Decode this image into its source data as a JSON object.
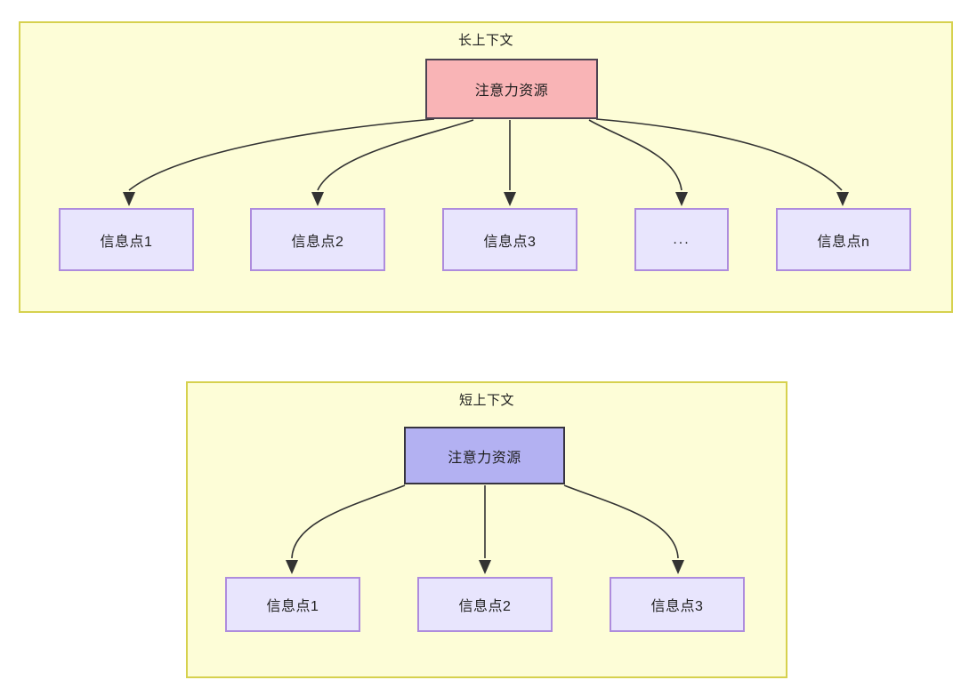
{
  "diagram": {
    "title_semantics": "attention-resource-allocation-long-vs-short-context",
    "colors": {
      "group_fill": "#fdfdd7",
      "group_border": "#d6d14e",
      "source_long_fill": "#f9b4b6",
      "source_long_border": "#4d4352",
      "source_short_fill": "#b3b1f2",
      "source_short_border": "#37343f",
      "leaf_fill": "#e8e5fd",
      "leaf_border": "#ae8cdd",
      "edge_stroke": "#333333",
      "text": "#1f1f1f"
    },
    "groups": [
      {
        "id": "long-context",
        "title": "长上下文",
        "source": {
          "label": "注意力资源"
        },
        "leaves": [
          {
            "label": "信息点1"
          },
          {
            "label": "信息点2"
          },
          {
            "label": "信息点3"
          },
          {
            "label": "..."
          },
          {
            "label": "信息点n"
          }
        ]
      },
      {
        "id": "short-context",
        "title": "短上下文",
        "source": {
          "label": "注意力资源"
        },
        "leaves": [
          {
            "label": "信息点1"
          },
          {
            "label": "信息点2"
          },
          {
            "label": "信息点3"
          }
        ]
      }
    ]
  }
}
